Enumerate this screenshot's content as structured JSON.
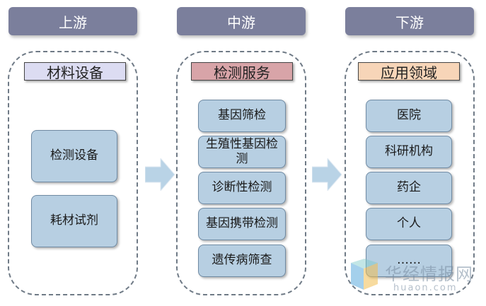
{
  "stages": [
    {
      "header": "上游",
      "title": "材料设备",
      "title_color": "#dcdcf2",
      "items": [
        "检测设备",
        "耗材试剂"
      ]
    },
    {
      "header": "中游",
      "title": "检测服务",
      "title_color": "#d8a4a8",
      "items": [
        "基因筛检",
        "生殖性基因检测",
        "诊断性检测",
        "基因携带检测",
        "遗传病筛查"
      ]
    },
    {
      "header": "下游",
      "title": "应用领域",
      "title_color": "#f7d5b8",
      "items": [
        "医院",
        "科研机构",
        "药企",
        "个人",
        "……"
      ]
    }
  ],
  "watermark": {
    "name": "华经情报网",
    "url": "huaon.com"
  },
  "colors": {
    "header_bg": "#7b7f9c",
    "node_bg": "#b7cfe2",
    "arrow": "#b9d3e6"
  }
}
